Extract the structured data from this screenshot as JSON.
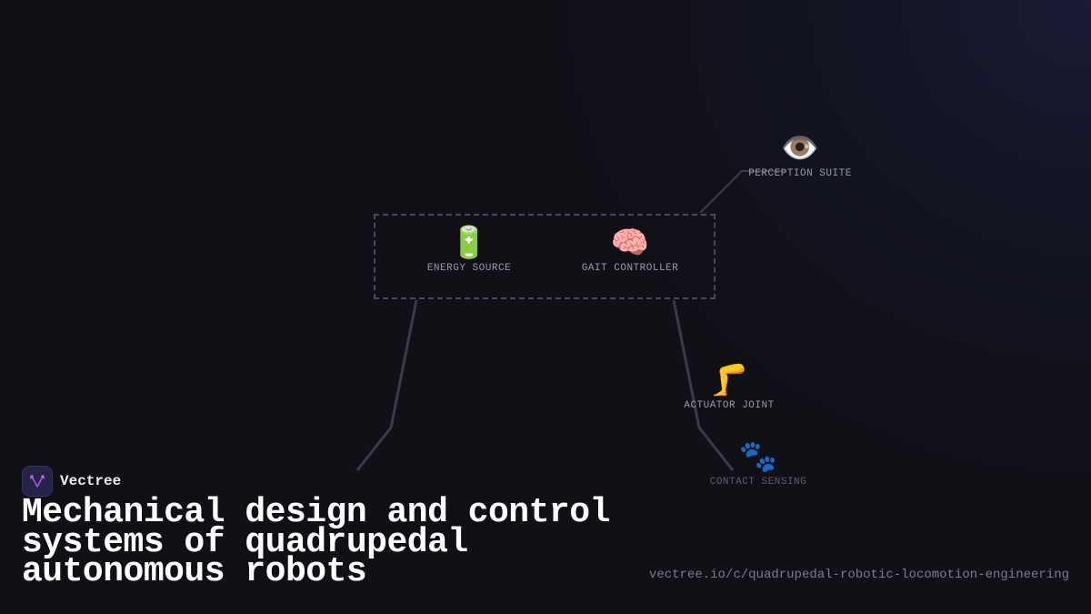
{
  "brand": {
    "name": "Vectree",
    "logo_icon": "vectree-logo-icon",
    "accent_color": "#a855f7"
  },
  "title": {
    "line1": "Mechanical design and control",
    "line2": "systems of quadrupedal",
    "line3": "autonomous robots"
  },
  "url": "vectree.io/c/quadrupedal-robotic-locomotion-engineering",
  "diagram": {
    "group": {
      "nodes": [
        {
          "id": "energy",
          "icon": "🔋",
          "icon_name": "battery-icon",
          "label": "ENERGY SOURCE"
        },
        {
          "id": "gait",
          "icon": "🧠",
          "icon_name": "brain-icon",
          "label": "GAIT CONTROLLER"
        }
      ]
    },
    "nodes": [
      {
        "id": "perception",
        "icon": "👁️",
        "icon_name": "eye-icon",
        "label": "PERCEPTION SUITE"
      },
      {
        "id": "actuator",
        "icon": "🦵",
        "icon_name": "leg-icon",
        "label": "ACTUATOR JOINT"
      },
      {
        "id": "contact",
        "icon": "🐾",
        "icon_name": "paw-prints-icon",
        "label": "CONTACT SENSING"
      }
    ]
  },
  "colors": {
    "background": "#101016",
    "connector": "#3a3a4a",
    "dashed_border": "#4a4a56",
    "label": "#9a9aa8"
  }
}
